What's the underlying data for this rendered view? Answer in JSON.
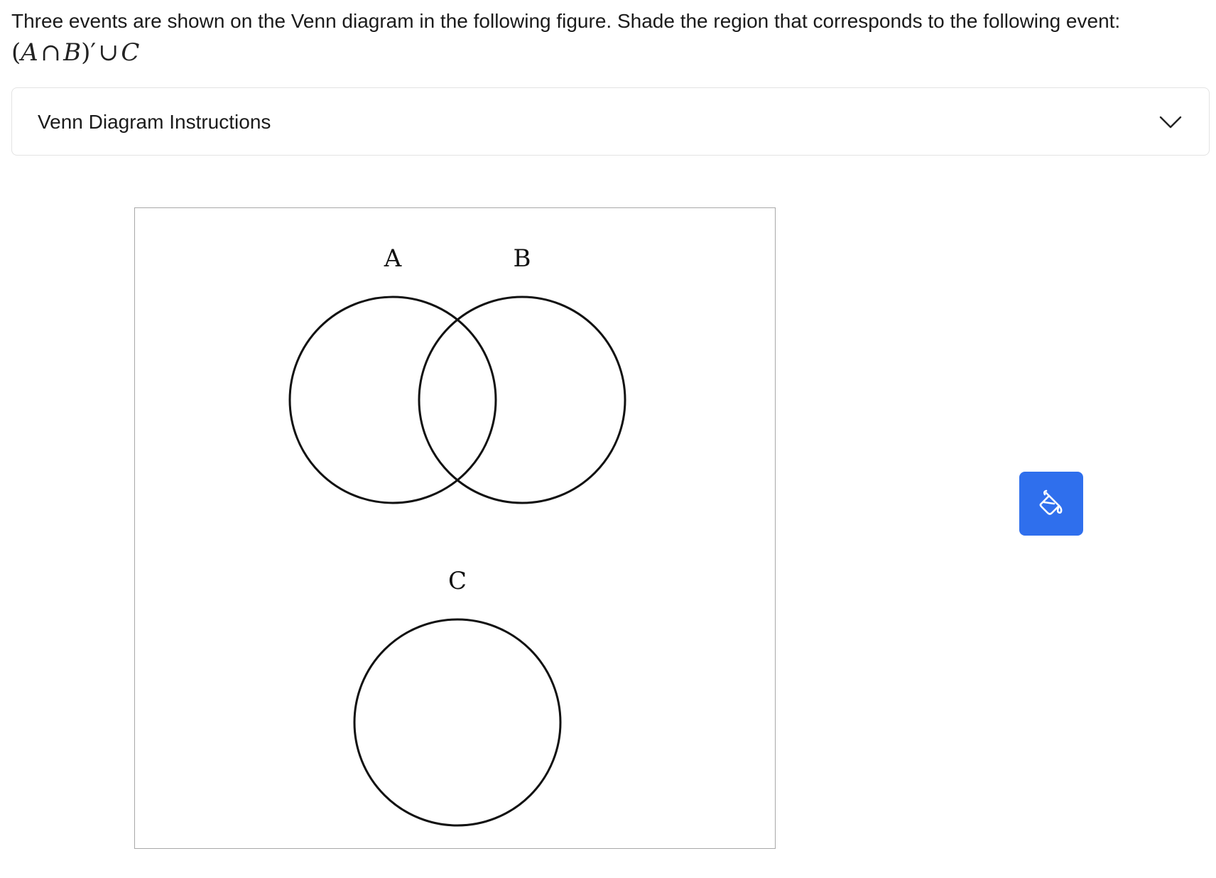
{
  "question": {
    "text": "Three events are shown on the Venn diagram in the following figure. Shade the region that corresponds to the following event:",
    "expression": {
      "open_paren": "(",
      "set_a": "A",
      "intersect": "∩",
      "set_b": "B",
      "close_prime": ")′",
      "union": "∪",
      "set_c": "C"
    }
  },
  "instructions": {
    "label": "Venn Diagram Instructions",
    "expanded": false,
    "icon": "chevron-down-icon"
  },
  "diagram": {
    "labels": {
      "a": "A",
      "b": "B",
      "c": "C"
    }
  },
  "toolbar": {
    "shade_tool_icon": "paint-bucket-icon",
    "accent_color": "#2f6fed"
  }
}
